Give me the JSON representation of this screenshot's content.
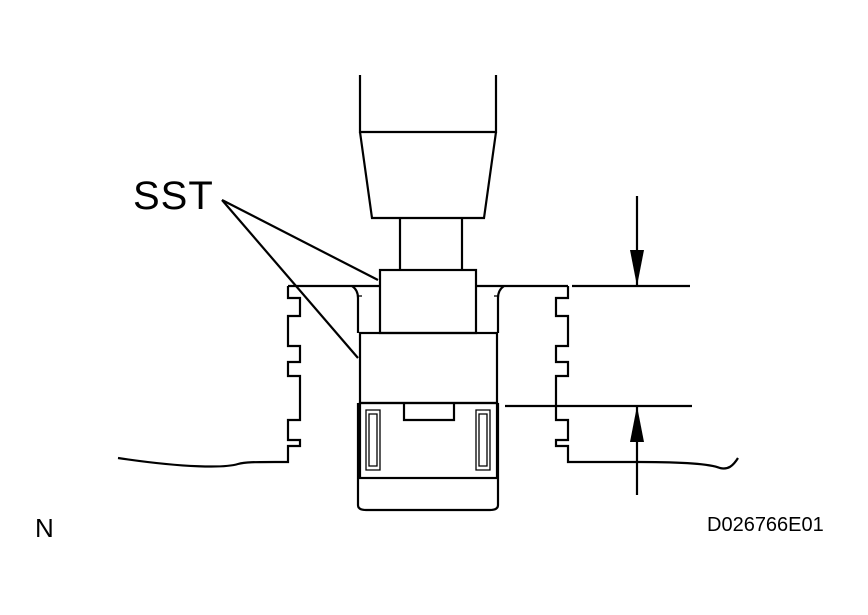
{
  "diagram": {
    "callout_label": "SST",
    "view_marker": "N",
    "figure_code": "D026766E01",
    "line_color": "#000000",
    "background_color": "#ffffff"
  }
}
